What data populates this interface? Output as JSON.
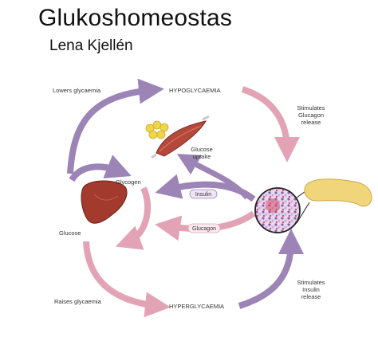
{
  "title": "Glukoshomeostas",
  "author": "Lena Kjellén",
  "labels": {
    "lowers": "Lowers glycaemia",
    "hypo": "HYPOGLYCAEMIA",
    "stim_glucagon": "Stimulates Glucagon release",
    "glucose_uptake": "Glucose uptake",
    "glycogen": "Glycogen",
    "glucose": "Glucose",
    "insulin": "Insulin",
    "glucagon": "Glucagon",
    "raises": "Raises glycaemia",
    "hyper": "HYPERGLYCAEMIA",
    "stim_insulin": "Stimulates Insulin release"
  },
  "colors": {
    "purple_arrow": "#9d84b7",
    "pink_arrow": "#e3a3b7",
    "liver": "#a23a2e",
    "muscle": "#b5483b",
    "fat": "#efd54c",
    "pancreas": "#f0d57a"
  }
}
